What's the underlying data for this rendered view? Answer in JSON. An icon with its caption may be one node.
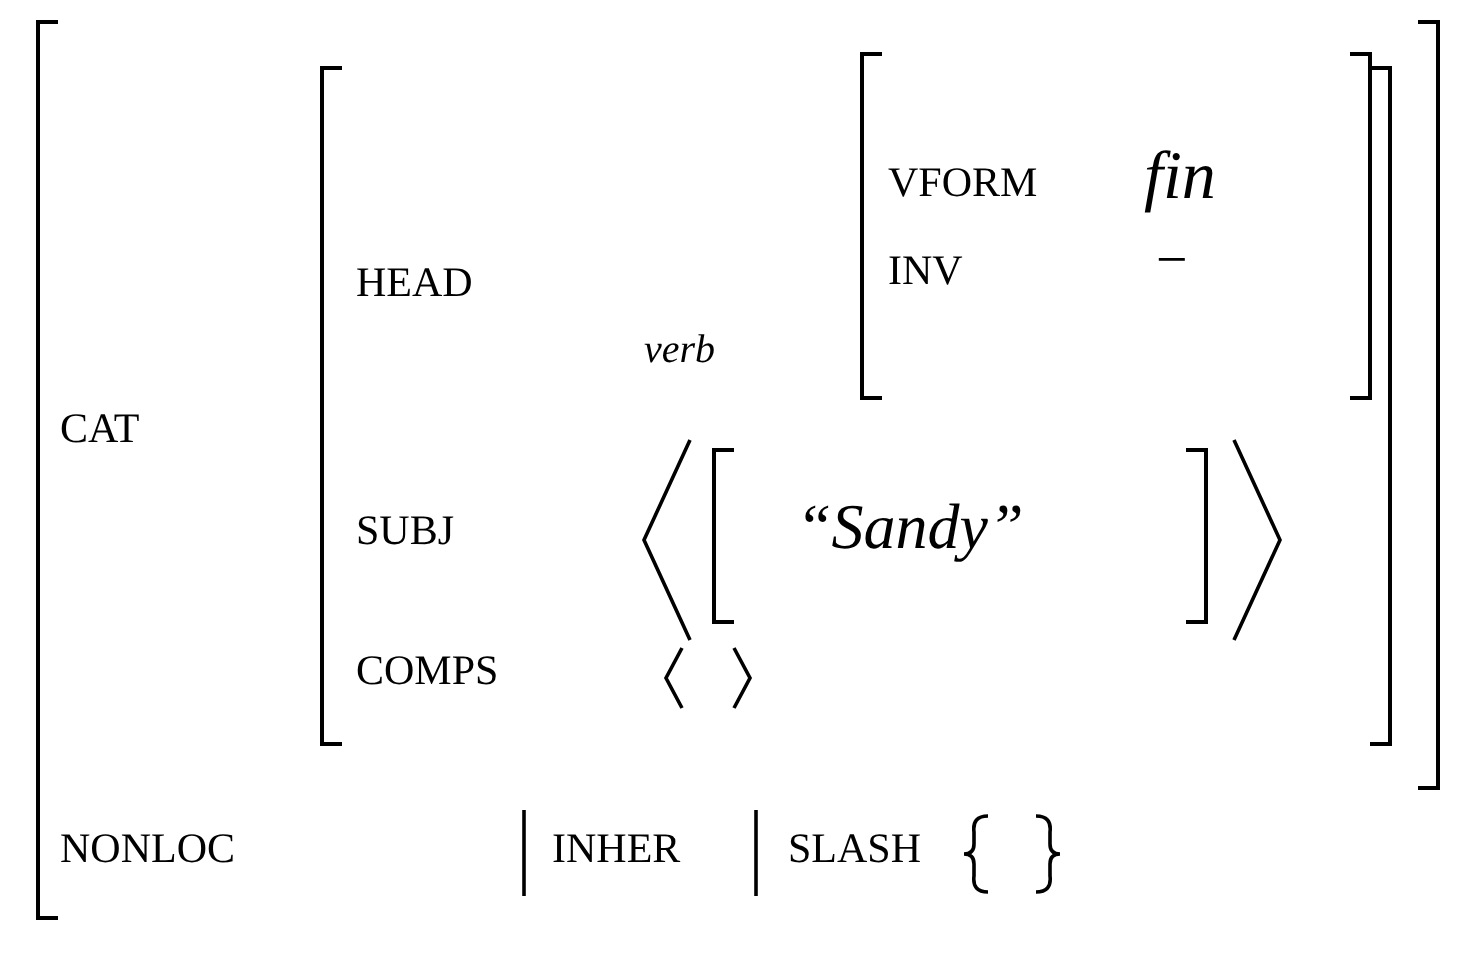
{
  "diagram": {
    "nodes": [
      {
        "text": [
          "CAT",
          "NONLOC",
          "INHER",
          "SLASH"
        ]
      },
      {
        "text": [
          "HEAD",
          "SUBJ",
          "COMPS"
        ],
        "in": 0
      },
      {
        "text": [
          "VFORM",
          "fin",
          "INV",
          "−"
        ],
        "in": 1
      },
      {
        "text": [
          "“Sandy”"
        ],
        "in": 1
      }
    ],
    "labels": [
      "verb"
    ]
  }
}
